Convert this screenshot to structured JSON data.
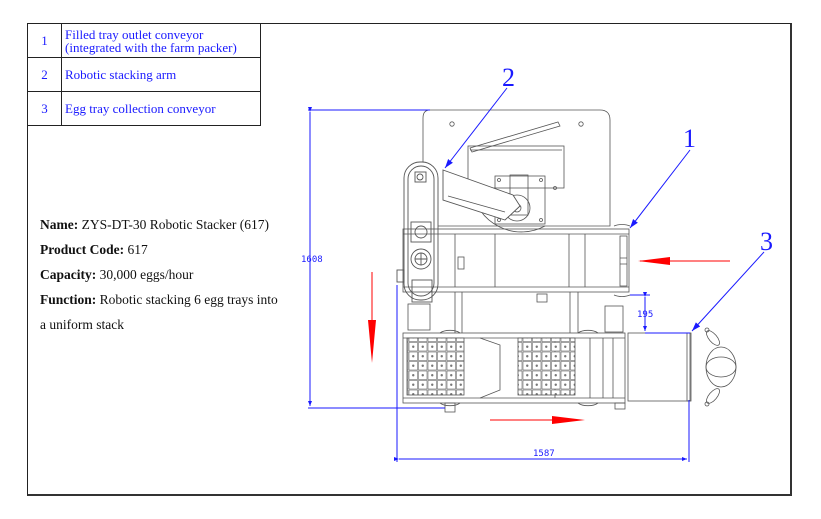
{
  "legend": {
    "rows": [
      {
        "num": "1",
        "text_line1": "Filled tray outlet conveyor",
        "text_line2": "(integrated with the farm packer)"
      },
      {
        "num": "2",
        "text_line1": "Robotic stacking arm",
        "text_line2": ""
      },
      {
        "num": "3",
        "text_line1": "Egg tray collection conveyor",
        "text_line2": ""
      }
    ]
  },
  "specs": {
    "name_label": "Name:",
    "name_value": " ZYS-DT-30 Robotic Stacker (617)",
    "code_label": "Product Code:",
    "code_value": " 617",
    "capacity_label": "Capacity:",
    "capacity_value": " 30,000 eggs/hour",
    "function_label": "Function:",
    "function_value": "  Robotic stacking 6 egg trays into",
    "function_value_line2": "a uniform stack"
  },
  "drawing": {
    "callouts": {
      "c1": "1",
      "c2": "2",
      "c3": "3"
    },
    "dimensions": {
      "height": "1608",
      "width": "1587",
      "gap": "195"
    },
    "colors": {
      "callout": "#1a1aff",
      "flow_arrow": "#ff0000",
      "linework": "#555555"
    }
  }
}
